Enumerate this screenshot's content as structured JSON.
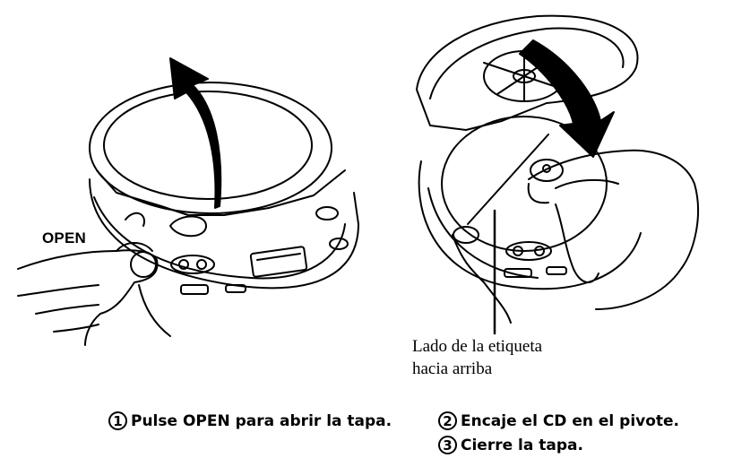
{
  "left_panel": {
    "open_label": "OPEN",
    "step": {
      "number": "1",
      "text": "Pulse OPEN para abrir la tapa."
    }
  },
  "right_panel": {
    "callout_line1": "Lado de la etiqueta",
    "callout_line2": "hacia arriba",
    "steps": [
      {
        "number": "2",
        "text": "Encaje el CD en el pivote."
      },
      {
        "number": "3",
        "text": "Cierre la tapa."
      }
    ]
  }
}
